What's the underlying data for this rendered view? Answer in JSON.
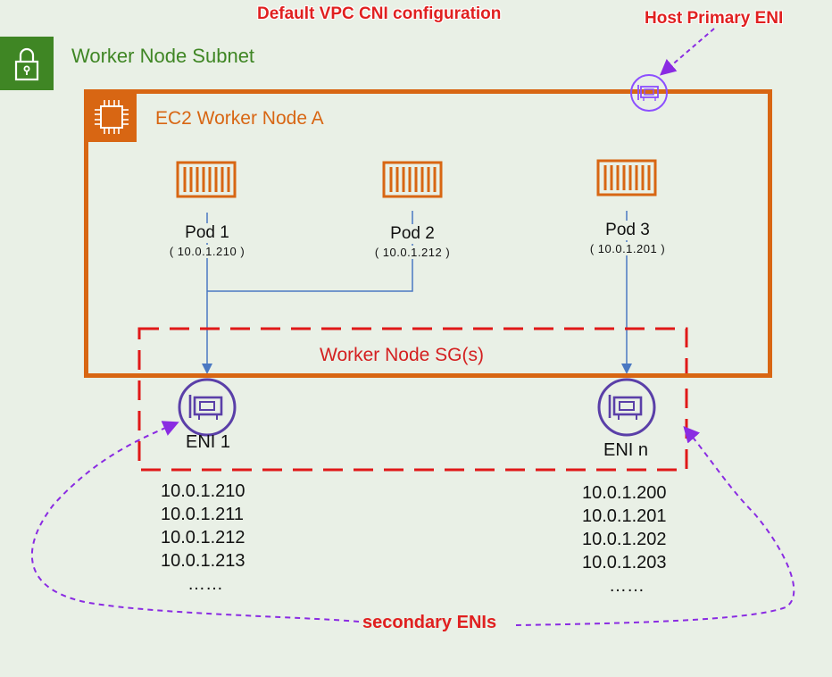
{
  "title": "Default VPC CNI configuration",
  "host_primary_eni_label": "Host Primary ENI",
  "subnet": {
    "label": "Worker Node Subnet",
    "icon": "lock-icon",
    "color": "#3f8624"
  },
  "node": {
    "label": "EC2 Worker Node A",
    "icon": "ec2-chip-icon",
    "color": "#d86613"
  },
  "pods": [
    {
      "label": "Pod 1",
      "ip": "( 10.0.1.210 )"
    },
    {
      "label": "Pod 2",
      "ip": "( 10.0.1.212 )"
    },
    {
      "label": "Pod 3",
      "ip": "( 10.0.1.201 )"
    }
  ],
  "security_group": {
    "label": "Worker Node SG(s)",
    "color": "#d42020"
  },
  "enis": [
    {
      "label": "ENI 1",
      "ips": [
        "10.0.1.210",
        "10.0.1.211",
        "10.0.1.212",
        "10.0.1.213",
        "……"
      ]
    },
    {
      "label": "ENI n",
      "ips": [
        "10.0.1.200",
        "10.0.1.201",
        "10.0.1.202",
        "10.0.1.203",
        "……"
      ]
    }
  ],
  "secondary_label": "secondary ENIs",
  "colors": {
    "eni": "#8c4fff",
    "connector": "#4a78c2",
    "annotation": "#e02020"
  }
}
